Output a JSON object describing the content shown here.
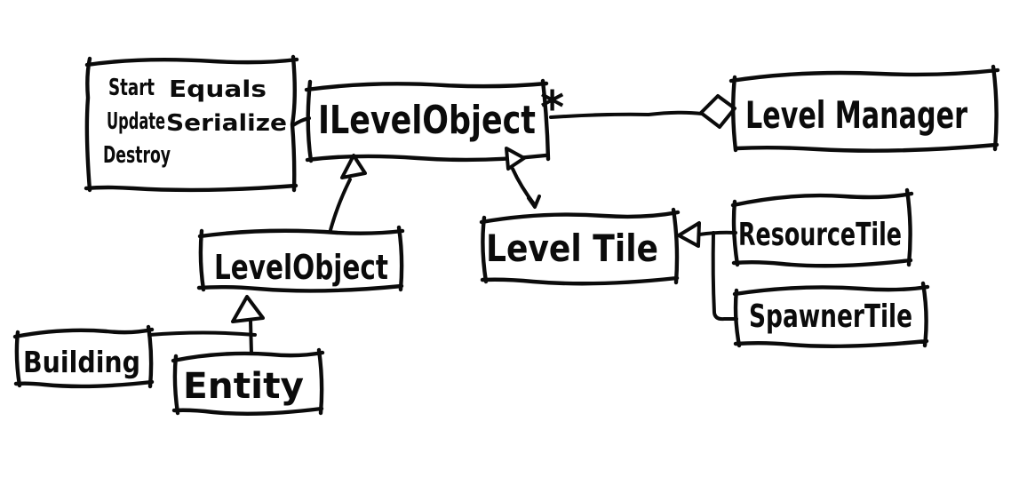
{
  "diagram_data": {
    "type": "uml-class-diagram",
    "style": {
      "ink_color": "#0b0b0b",
      "background_color": "#ffffff"
    },
    "nodes": {
      "interface_methods_note": {
        "left_column": [
          "Start",
          "Update",
          "Destroy"
        ],
        "right_column": [
          "Equals",
          "Serialize"
        ]
      },
      "ilevel_object": {
        "label": "ILevelObject",
        "multiplicity": "*"
      },
      "level_manager": {
        "label": "Level Manager"
      },
      "level_object": {
        "label": "LevelObject"
      },
      "level_tile": {
        "label": "Level Tile"
      },
      "resource_tile": {
        "label": "ResourceTile"
      },
      "spawner_tile": {
        "label": "SpawnerTile"
      },
      "building": {
        "label": "Building"
      },
      "entity": {
        "label": "Entity"
      }
    },
    "relationships": [
      {
        "from": "methods note",
        "to": "ILevelObject",
        "type": "attachment"
      },
      {
        "from": "ILevelObject",
        "to": "LevelManager",
        "type": "aggregation",
        "multiplicity_at_part": "*"
      },
      {
        "from": "LevelObject",
        "to": "ILevelObject",
        "type": "realization"
      },
      {
        "from": "LevelTile",
        "to": "ILevelObject",
        "type": "realization"
      },
      {
        "from": "ResourceTile",
        "to": "LevelTile",
        "type": "inheritance"
      },
      {
        "from": "SpawnerTile",
        "to": "LevelTile",
        "type": "inheritance"
      },
      {
        "from": "Building",
        "to": "LevelObject",
        "type": "inheritance"
      },
      {
        "from": "Entity",
        "to": "LevelObject",
        "type": "inheritance"
      }
    ]
  }
}
